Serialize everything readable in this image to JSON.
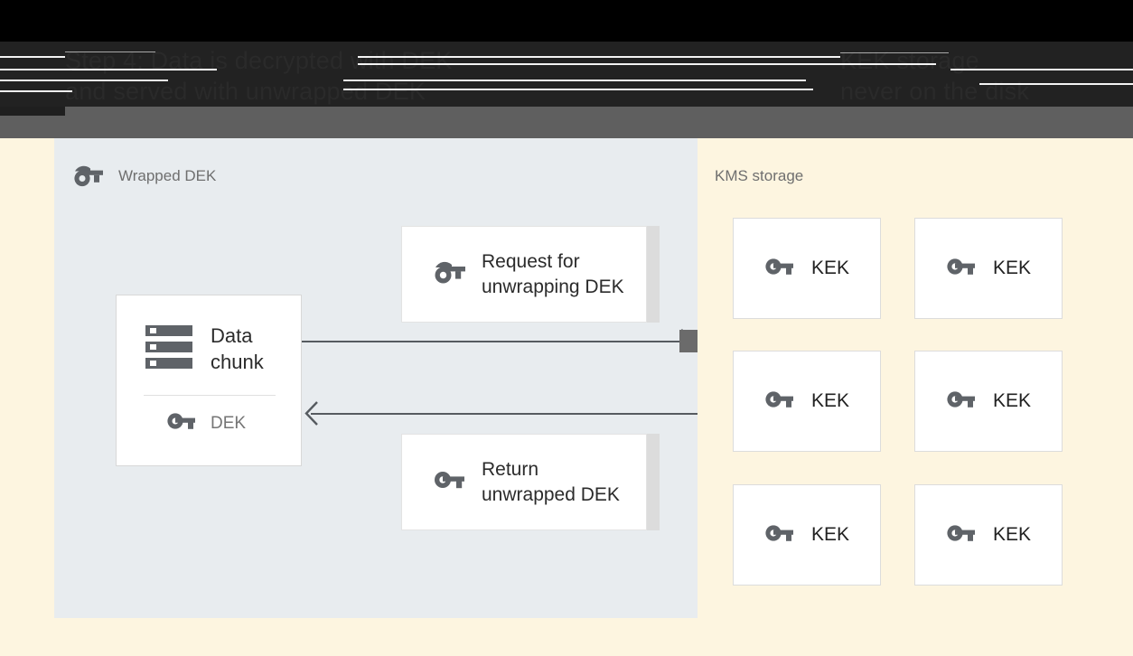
{
  "banner": {
    "left_text": "Step 4: Data is decrypted with DEK\nand served with unwrapped DEK",
    "right_text": "KEK storage\nnever on the disk"
  },
  "left_panel": {
    "title": "Wrapped DEK",
    "title_icon": "wrapped-key-icon",
    "data_chunk_card": {
      "icon": "storage-icon",
      "label": "Data\nchunk",
      "dek_icon": "key-icon",
      "dek_label": "DEK"
    },
    "messages": [
      {
        "icon": "wrapped-key-icon",
        "label": "Request for\nunwrapping DEK"
      },
      {
        "icon": "key-icon",
        "label": "Return\nunwrapped DEK"
      }
    ],
    "arrows": [
      {
        "name": "request-arrow",
        "direction": "right"
      },
      {
        "name": "return-arrow",
        "direction": "left"
      }
    ]
  },
  "right_panel": {
    "title": "KMS storage",
    "kek_cards": [
      {
        "icon": "key-icon",
        "label": "KEK"
      },
      {
        "icon": "key-icon",
        "label": "KEK"
      },
      {
        "icon": "key-icon",
        "label": "KEK"
      },
      {
        "icon": "key-icon",
        "label": "KEK"
      },
      {
        "icon": "key-icon",
        "label": "KEK"
      },
      {
        "icon": "key-icon",
        "label": "KEK"
      }
    ]
  },
  "colors": {
    "page_bg": "#fdf5e0",
    "left_panel_bg": "#e8ecef",
    "banner_bg": "#222222",
    "strip": "#5f5f5f",
    "icon_gray": "#5f6368",
    "text_dark": "#2b2b2b",
    "text_muted": "#757575",
    "arrow": "#565b60"
  }
}
